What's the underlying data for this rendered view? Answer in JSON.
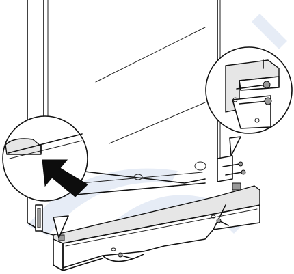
{
  "figure": {
    "watermark_color": "#3b6fb8",
    "line_color": "#111111",
    "shade_color": "#e6e6e6",
    "arrow_color": "#0d0d0d",
    "icons": [
      "appliance-cabinet",
      "plinth-base",
      "screw",
      "mounting-bracket",
      "direction-arrow"
    ]
  }
}
